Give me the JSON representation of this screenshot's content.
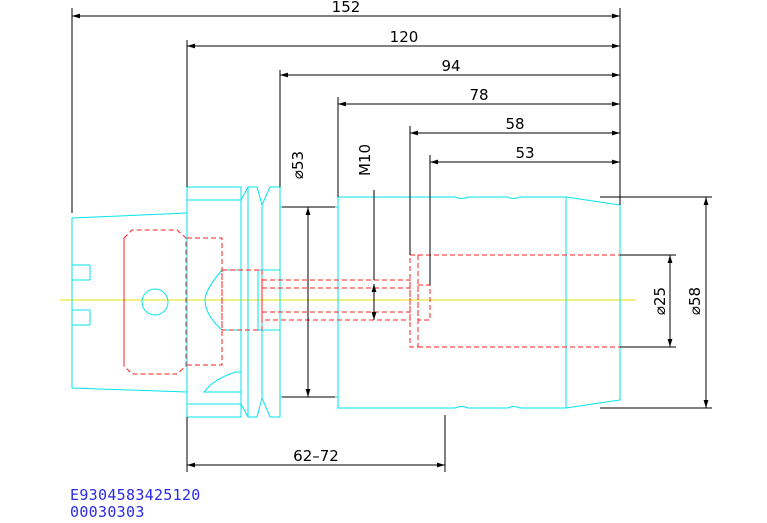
{
  "colors": {
    "outline": "#00e5ee",
    "hidden": "#ff2020",
    "centerline": "#e8e000",
    "dimension": "#000000",
    "code": "#2a2ae8"
  },
  "dimensions": {
    "overall_length": "152",
    "length_120": "120",
    "length_94": "94",
    "length_78": "78",
    "length_58": "58",
    "length_53": "53",
    "thread": "M10",
    "dia_flange": "⌀53",
    "dia_bore": "⌀25",
    "dia_body": "⌀58",
    "gauge_range": "62–72"
  },
  "part_codes": {
    "line1": "E9304583425120",
    "line2": "00030303"
  }
}
